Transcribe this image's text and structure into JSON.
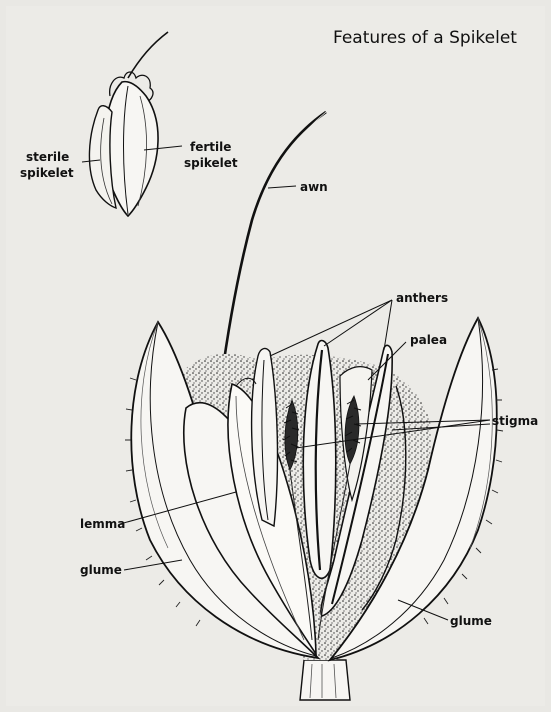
{
  "figure": {
    "title": "Features of a Spikelet"
  },
  "labels": {
    "sterile_line1": "sterile",
    "sterile_line2": "spikelet",
    "fertile_line1": "fertile",
    "fertile_line2": "spikelet",
    "awn": "awn",
    "anthers": "anthers",
    "palea": "palea",
    "stigma": "stigma",
    "lemma": "lemma",
    "glume_left": "glume",
    "glume_right": "glume"
  },
  "colors": {
    "background": "#ecebe7",
    "ink": "#111111",
    "petal": "#f7f6f3"
  }
}
